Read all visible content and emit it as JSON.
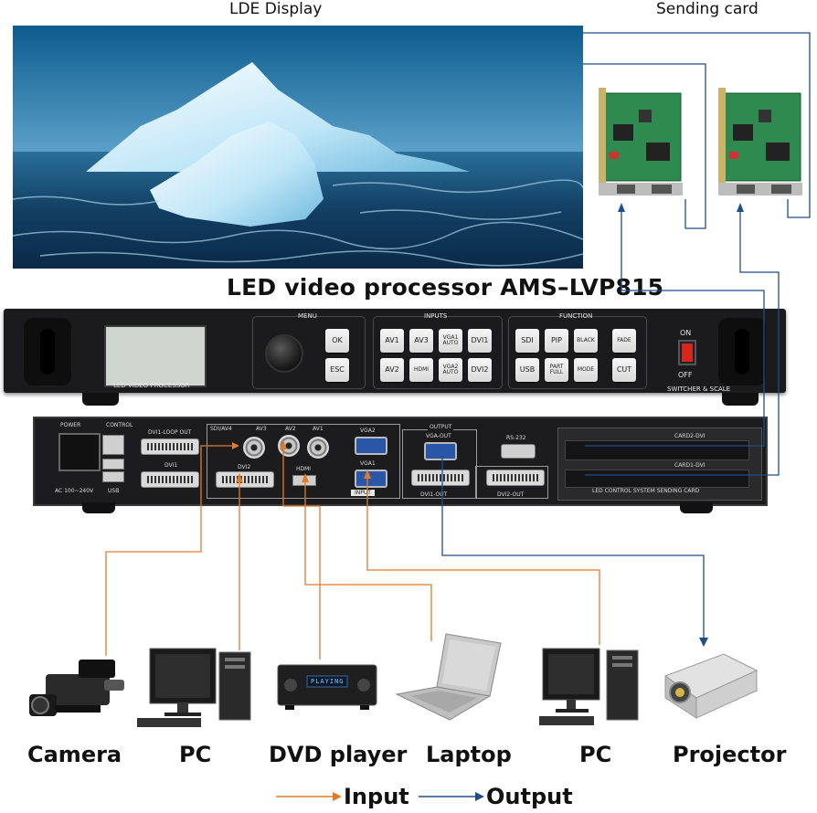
{
  "headings": {
    "led_display": "LDE  Display",
    "sending_card": "Sending card",
    "processor_title": "LED video processor AMS–LVP815"
  },
  "front_panel": {
    "lcd_label": "LED VIDEO PROCESSOR",
    "menu_label": "MENU",
    "inputs_label": "INPUTS",
    "function_label": "FUNCTION",
    "menu_buttons": [
      "OK",
      "ESC"
    ],
    "input_buttons": [
      "AV1",
      "AV3",
      "VGA1 AUTO",
      "DVI1",
      "AV2",
      "HDMI",
      "VGA2 AUTO",
      "DVI2"
    ],
    "function_buttons": [
      "SDI",
      "PIP",
      "BLACK",
      "FADE",
      "USB",
      "PART FULL",
      "MODE",
      "CUT"
    ],
    "switch_on": "ON",
    "switch_off": "OFF",
    "switcher_label": "SWITCHER & SCALE"
  },
  "rear_panel": {
    "power": "POWER",
    "control": "CONTROL",
    "ac": "AC 100~240V",
    "usb": "USB",
    "dvi1_loop": "DVI1-LOOP OUT",
    "dvi1": "DVI1",
    "sdi_av4": "SDI/AV4",
    "av3": "AV3",
    "av2": "AV2",
    "av1": "AV1",
    "dvi2": "DVI2",
    "hdmi": "HDMI",
    "vga2": "VGA2",
    "vga1": "VGA1",
    "input": "INPUT",
    "output": "OUTPUT",
    "vga_out": "VGA-OUT",
    "rs232": "RS-232",
    "dvi1_out": "DVI1-OUT",
    "dvi2_out": "DVI2-OUT",
    "card2": "CARD2-DVI",
    "card1": "CARD1-DVI",
    "sending_card_label": "LED CONTROL SYSTEM SENDING CARD"
  },
  "devices": [
    {
      "name": "Camera"
    },
    {
      "name": "PC"
    },
    {
      "name": "DVD player",
      "screen_text": "PLAYING"
    },
    {
      "name": "Laptop"
    },
    {
      "name": "PC"
    },
    {
      "name": "Projector"
    }
  ],
  "legend": {
    "input": "Input",
    "output": "Output"
  },
  "colors": {
    "input_line": "#e07b2a",
    "output_line": "#1f4e8c"
  }
}
